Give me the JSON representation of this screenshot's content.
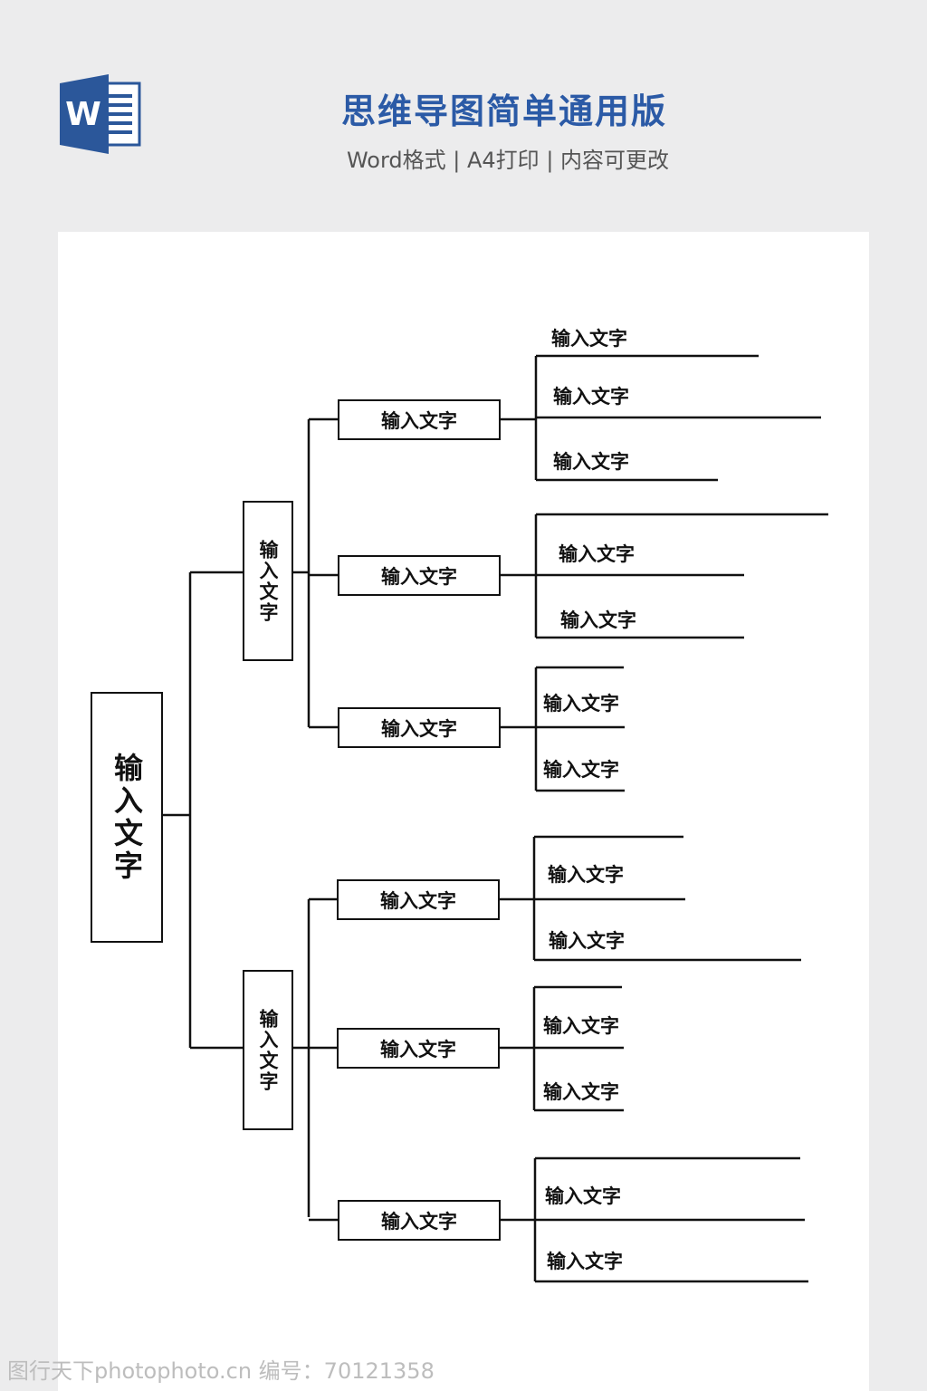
{
  "header": {
    "title": "思维导图简单通用版",
    "subtitle": "Word格式 | A4打印 | 内容可更改",
    "logo_letter": "W"
  },
  "colors": {
    "background": "#ececed",
    "paper": "#ffffff",
    "title": "#2b5aa6",
    "logo": "#2b579a",
    "line": "#111111"
  },
  "diagram": {
    "root": "输入文字",
    "branches": [
      {
        "label": "输入文字",
        "children": [
          {
            "label": "输入文字",
            "leaves": [
              "输入文字",
              "输入文字",
              "输入文字"
            ]
          },
          {
            "label": "输入文字",
            "leaves": [
              "输入文字",
              "输入文字"
            ]
          },
          {
            "label": "输入文字",
            "leaves": [
              "输入文字",
              "输入文字"
            ]
          }
        ]
      },
      {
        "label": "输入文字",
        "children": [
          {
            "label": "输入文字",
            "leaves": [
              "输入文字",
              "输入文字"
            ]
          },
          {
            "label": "输入文字",
            "leaves": [
              "输入文字",
              "输入文字"
            ]
          },
          {
            "label": "输入文字",
            "leaves": [
              "输入文字",
              "输入文字"
            ]
          }
        ]
      }
    ]
  },
  "watermark": "图行天下photophoto.cn 编号：70121358"
}
